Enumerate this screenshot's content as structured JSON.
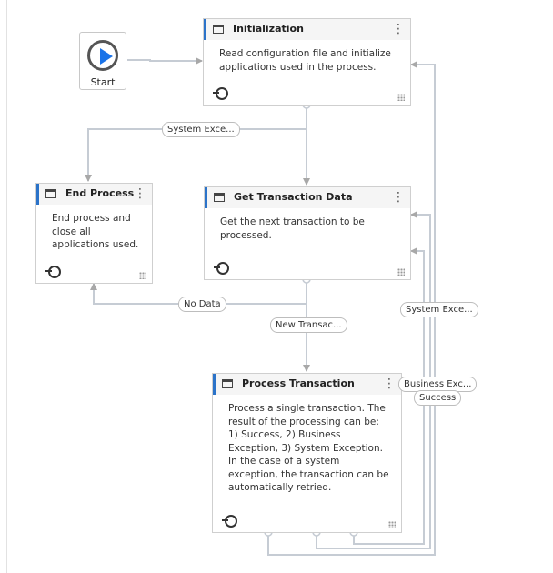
{
  "start": {
    "label": "Start"
  },
  "nodes": {
    "init": {
      "title": "Initialization",
      "description": "Read configuration file and initialize applications used in the process."
    },
    "end": {
      "title": "End Process",
      "description": "End process and close all applications used."
    },
    "get": {
      "title": "Get Transaction Data",
      "description": "Get the next transaction to be processed."
    },
    "process": {
      "title": "Process Transaction",
      "description": "Process a single transaction. The result of the processing can be: 1) Success, 2) Business Exception, 3) System Exception. In the case of a system exception, the transaction can be automatically retried."
    }
  },
  "transitions": {
    "system_exception_init": "System Exce...",
    "no_data": "No Data",
    "new_transaction": "New Transac...",
    "system_exception_process": "System Exce...",
    "business_exception": "Business Exc...",
    "success": "Success"
  },
  "icons": {
    "menu": "⋮"
  }
}
